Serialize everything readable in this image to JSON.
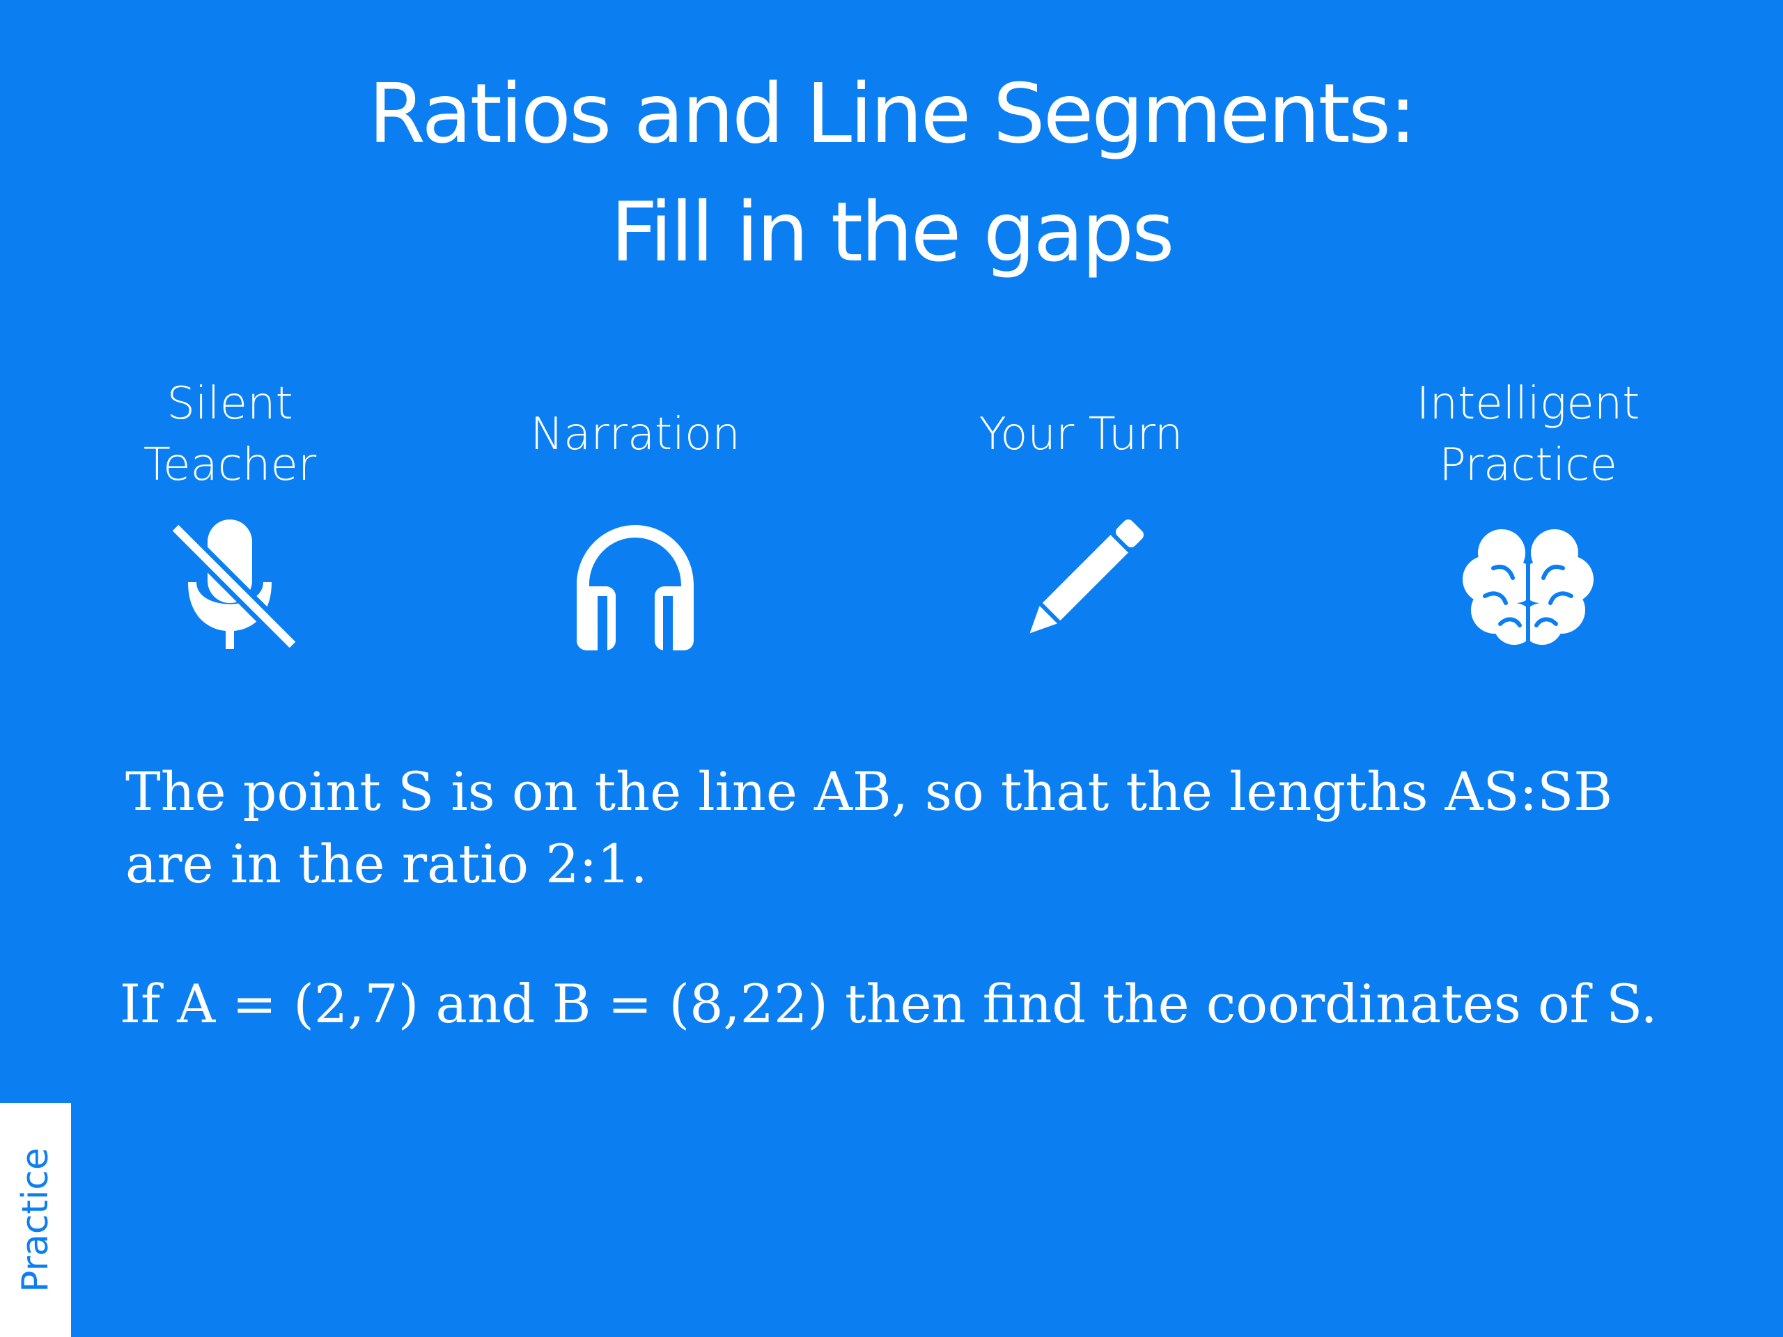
{
  "slide": {
    "title_line1": "Ratios and Line Segments:",
    "title_line2": "Fill in the gaps",
    "background_color": "#0b7ff1",
    "modes": [
      {
        "label": "Silent\nTeacher",
        "icon": "microphone-off-icon"
      },
      {
        "label": "Narration",
        "icon": "headphones-icon"
      },
      {
        "label": "Your Turn",
        "icon": "pencil-icon"
      },
      {
        "label": "Intelligent\nPractice",
        "icon": "brain-icon"
      }
    ],
    "problem_text": "The point S is on the line AB, so that the lengths AS:SB are in the ratio 2:1.",
    "question_text": "If A = (2,7) and B = (8,22) then find the coordinates of S.",
    "side_tab_label": "Practice"
  }
}
